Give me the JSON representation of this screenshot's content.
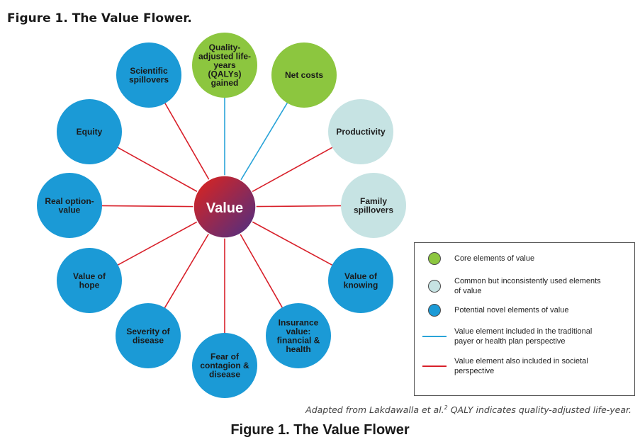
{
  "title_top": "Figure 1. The Value Flower.",
  "title_bottom": "Figure 1. The Value Flower",
  "center": {
    "label": "Value"
  },
  "colors": {
    "core": "#8cc63f",
    "common": "#c6e3e3",
    "novel": "#1b9ad6",
    "traditional_line": "#29a3d8",
    "societal_line": "#d8202a",
    "center_gradient": [
      "#e2231a",
      "#4a2f86"
    ]
  },
  "petals": [
    {
      "id": "qalys",
      "lines": [
        "Quality-",
        "adjusted life-",
        "years",
        "(QALYs)",
        "gained"
      ],
      "category": "core",
      "line": "traditional"
    },
    {
      "id": "net-costs",
      "lines": [
        "Net costs"
      ],
      "category": "core",
      "line": "traditional"
    },
    {
      "id": "productivity",
      "lines": [
        "Productivity"
      ],
      "category": "common",
      "line": "societal"
    },
    {
      "id": "family-spillovers",
      "lines": [
        "Family",
        "spillovers"
      ],
      "category": "common",
      "line": "societal"
    },
    {
      "id": "value-of-knowing",
      "lines": [
        "Value of",
        "knowing"
      ],
      "category": "novel",
      "line": "societal"
    },
    {
      "id": "insurance-value",
      "lines": [
        "Insurance",
        "value:",
        "financial &",
        "health"
      ],
      "category": "novel",
      "line": "societal"
    },
    {
      "id": "fear-of-contagion",
      "lines": [
        "Fear of",
        "contagion &",
        "disease"
      ],
      "category": "novel",
      "line": "societal"
    },
    {
      "id": "severity-of-disease",
      "lines": [
        "Severity of",
        "disease"
      ],
      "category": "novel",
      "line": "societal"
    },
    {
      "id": "value-of-hope",
      "lines": [
        "Value of",
        "hope"
      ],
      "category": "novel",
      "line": "societal"
    },
    {
      "id": "real-option-value",
      "lines": [
        "Real option-",
        "value"
      ],
      "category": "novel",
      "line": "societal"
    },
    {
      "id": "equity",
      "lines": [
        "Equity"
      ],
      "category": "novel",
      "line": "societal"
    },
    {
      "id": "scientific-spillovers",
      "lines": [
        "Scientific",
        "spillovers"
      ],
      "category": "novel",
      "line": "societal"
    }
  ],
  "legend": {
    "items": [
      {
        "kind": "dot",
        "category": "core",
        "text": "Core elements of value"
      },
      {
        "kind": "dot",
        "category": "common",
        "text": "Common but inconsistently used elements\nof value"
      },
      {
        "kind": "dot",
        "category": "novel",
        "text": "Potential novel elements of value"
      },
      {
        "kind": "line",
        "category": "traditional_line",
        "text": "Value element included in the traditional\npayer or health plan perspective"
      },
      {
        "kind": "line",
        "category": "societal_line",
        "text": "Value element also included in societal\nperspective"
      }
    ]
  },
  "caption": {
    "prefix": "Adapted from Lakdawalla et al.",
    "superscript": "2",
    "suffix": " QALY indicates quality-adjusted life-year."
  }
}
